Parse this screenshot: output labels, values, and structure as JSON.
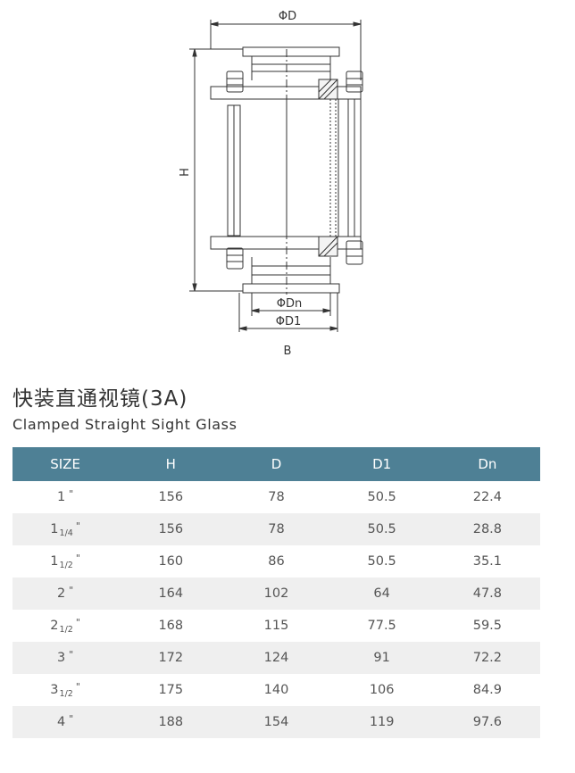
{
  "drawing": {
    "label_D": "ΦD",
    "label_H": "H",
    "label_Dn": "ΦDn",
    "label_D1": "ΦD1",
    "label_B": "B"
  },
  "title": {
    "cn": "快装直通视镜(3A)",
    "en": "Clamped Straight Sight Glass"
  },
  "table": {
    "headers": [
      "SIZE",
      "H",
      "D",
      "D1",
      "Dn"
    ],
    "rows": [
      {
        "size_whole": "1",
        "size_frac": "",
        "inch": "\"",
        "H": "156",
        "D": "78",
        "D1": "50.5",
        "Dn": "22.4"
      },
      {
        "size_whole": "1",
        "size_frac": "1/4",
        "inch": "\"",
        "H": "156",
        "D": "78",
        "D1": "50.5",
        "Dn": "28.8"
      },
      {
        "size_whole": "1",
        "size_frac": "1/2",
        "inch": "\"",
        "H": "160",
        "D": "86",
        "D1": "50.5",
        "Dn": "35.1"
      },
      {
        "size_whole": "2",
        "size_frac": "",
        "inch": "\"",
        "H": "164",
        "D": "102",
        "D1": "64",
        "Dn": "47.8"
      },
      {
        "size_whole": "2",
        "size_frac": "1/2",
        "inch": "\"",
        "H": "168",
        "D": "115",
        "D1": "77.5",
        "Dn": "59.5"
      },
      {
        "size_whole": "3",
        "size_frac": "",
        "inch": "\"",
        "H": "172",
        "D": "124",
        "D1": "91",
        "Dn": "72.2"
      },
      {
        "size_whole": "3",
        "size_frac": "1/2",
        "inch": "\"",
        "H": "175",
        "D": "140",
        "D1": "106",
        "Dn": "84.9"
      },
      {
        "size_whole": "4",
        "size_frac": "",
        "inch": "\"",
        "H": "188",
        "D": "154",
        "D1": "119",
        "Dn": "97.6"
      }
    ]
  }
}
